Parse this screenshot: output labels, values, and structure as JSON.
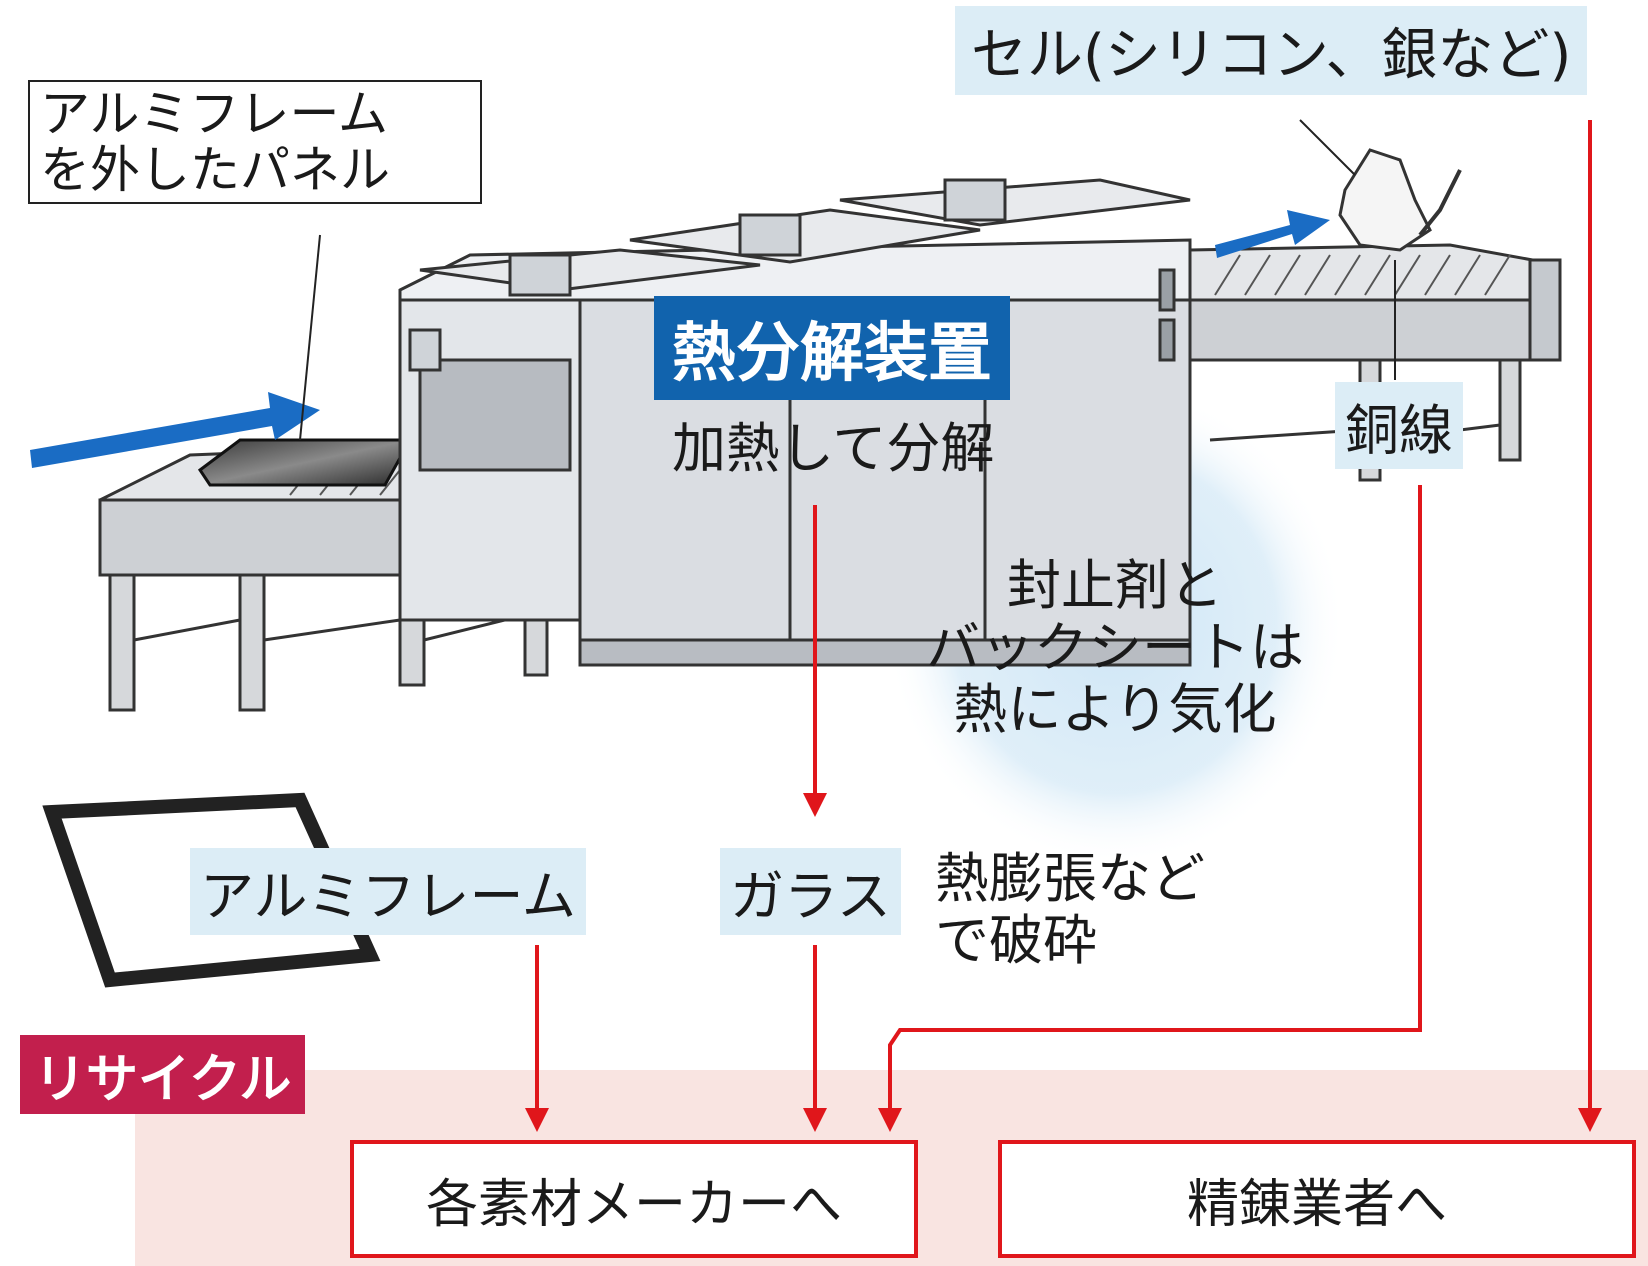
{
  "labels": {
    "panel_callout": "アルミフレーム\nを外したパネル",
    "cell_output": "セル(シリコン、銀など)",
    "device_title": "熱分解装置",
    "heat_process": "加熱して分解",
    "vaporize_note": "封止剤と\nバックシートは\n熱により気化",
    "copper": "銅線",
    "alu_frame": "アルミフレーム",
    "glass": "ガラス",
    "glass_note": "熱膨張など\nで破砕",
    "recycle": "リサイクル",
    "dest_material_makers": "各素材メーカーへ",
    "dest_refiners": "精錬業者へ"
  },
  "colors": {
    "flow_arrow": "#e0161b",
    "device_label_bg": "#1163ad",
    "recycle_tag_bg": "#c21f4d",
    "recycle_band_bg": "#f9e4e1",
    "light_label_bg": "#dcedf6",
    "conveyor_arrow": "#1a6cc4"
  }
}
